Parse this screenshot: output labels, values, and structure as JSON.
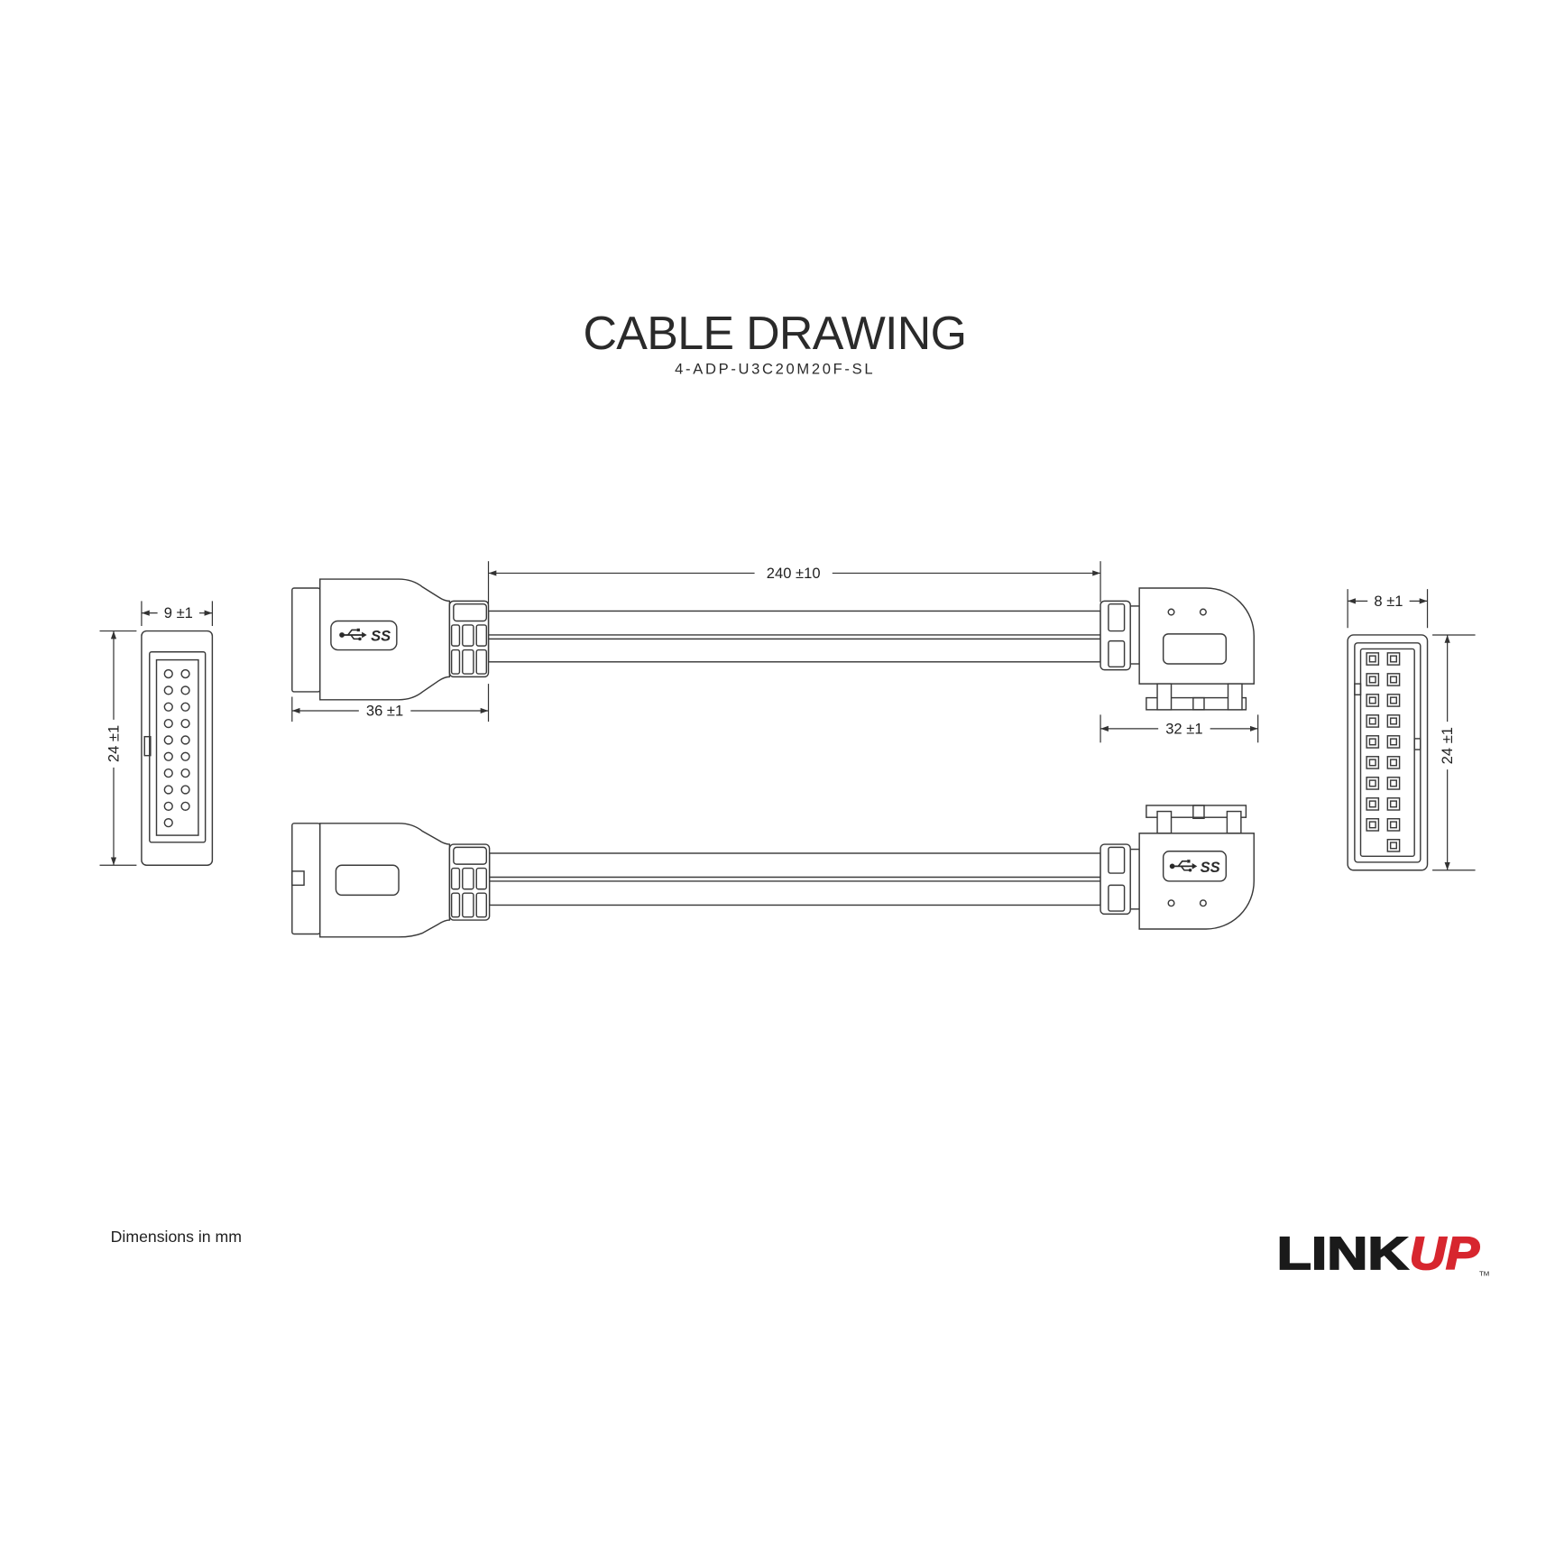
{
  "header": {
    "title": "CABLE DRAWING",
    "part_number": "4-ADP-U3C20M20F-SL"
  },
  "dimensions": {
    "left_end_width": "9 ±1",
    "left_end_height": "24 ±1",
    "cable_length": "240 ±10",
    "left_connector_length": "36 ±1",
    "right_connector_length": "32 ±1",
    "right_end_width": "8 ±1",
    "right_end_height": "24 ±1"
  },
  "connector_logo": {
    "icon": "usb-superspeed-icon",
    "text": "SS"
  },
  "footer": {
    "note": "Dimensions in mm"
  },
  "brand": {
    "part1": "LINK",
    "part2": "UP",
    "trademark": "TM",
    "color_dark": "#1a1a1a",
    "color_accent": "#d7262e"
  },
  "colors": {
    "line": "#3a3a3a",
    "background": "#ffffff"
  }
}
